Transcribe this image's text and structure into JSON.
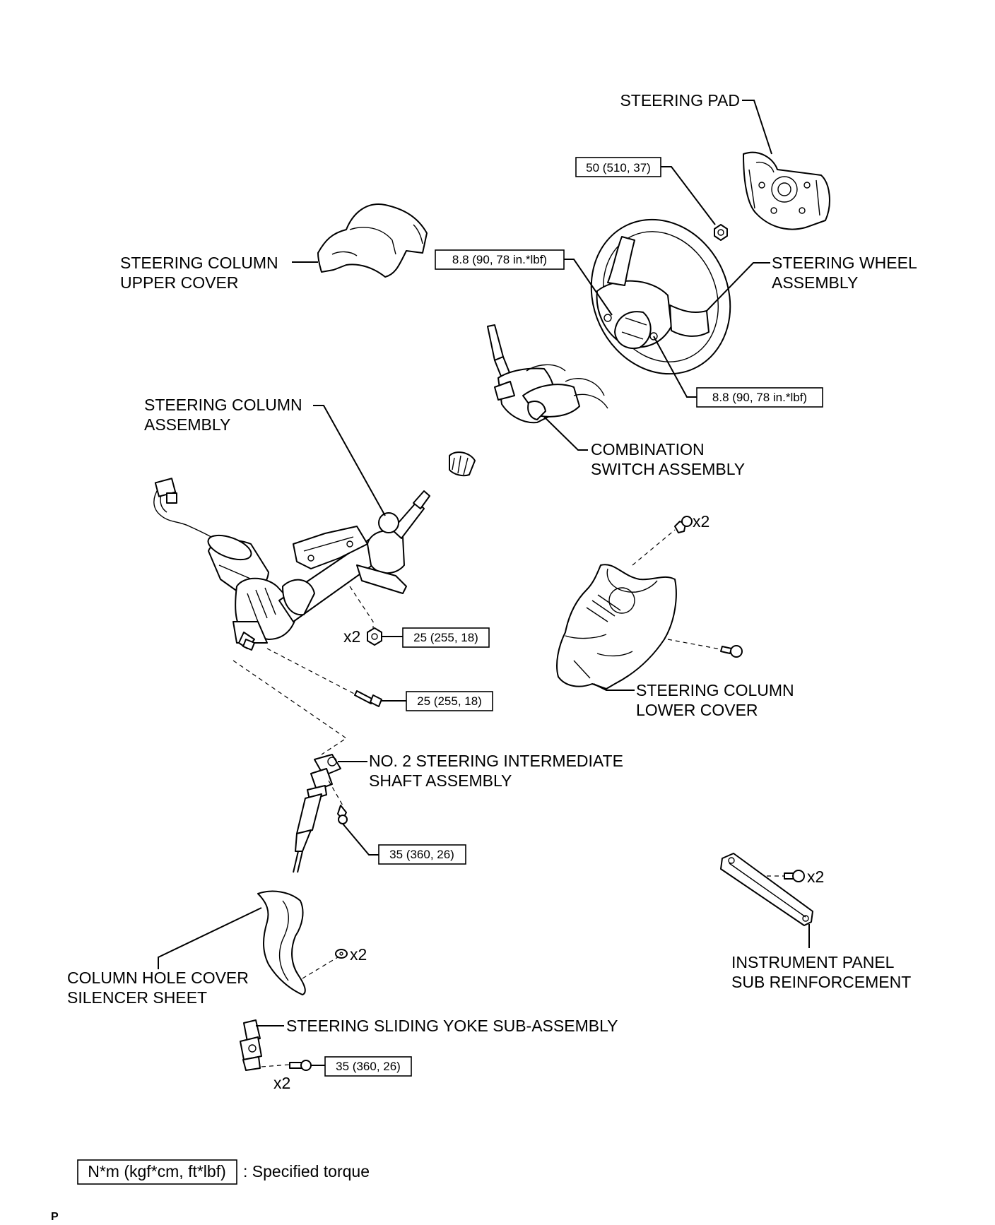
{
  "labels": {
    "steering_pad": "STEERING PAD",
    "steering_column_upper_cover": [
      "STEERING COLUMN",
      "UPPER COVER"
    ],
    "steering_wheel_assembly": [
      "STEERING WHEEL",
      "ASSEMBLY"
    ],
    "steering_column_assembly": [
      "STEERING COLUMN",
      "ASSEMBLY"
    ],
    "combination_switch_assembly": [
      "COMBINATION",
      "SWITCH ASSEMBLY"
    ],
    "steering_column_lower_cover": [
      "STEERING COLUMN",
      "LOWER COVER"
    ],
    "no2_steering_intermediate_shaft": [
      "NO. 2 STEERING INTERMEDIATE",
      "SHAFT ASSEMBLY"
    ],
    "instrument_panel_sub_reinforcement": [
      "INSTRUMENT PANEL",
      "SUB REINFORCEMENT"
    ],
    "column_hole_cover_silencer_sheet": [
      "COLUMN HOLE COVER",
      "SILENCER SHEET"
    ],
    "steering_sliding_yoke": "STEERING SLIDING YOKE SUB-ASSEMBLY"
  },
  "torques": {
    "steering_wheel_nut": "50 (510, 37)",
    "wheel_screw_left": "8.8 (90, 78 in.*lbf)",
    "wheel_screw_right": "8.8 (90, 78 in.*lbf)",
    "column_nut": "25 (255, 18)",
    "column_bolt": "25 (255, 18)",
    "intermediate_shaft_bolt": "35 (360, 26)",
    "sliding_yoke_bolt": "35 (360, 26)"
  },
  "quantities": {
    "lower_cover_screw": "x2",
    "column_nut": "x2",
    "reinforcement_bolt": "x2",
    "silencer_clip": "x2",
    "yoke_bolt": "x2"
  },
  "legend": {
    "unit": "N*m (kgf*cm, ft*lbf)",
    "description": ": Specified torque"
  },
  "footer": "P"
}
